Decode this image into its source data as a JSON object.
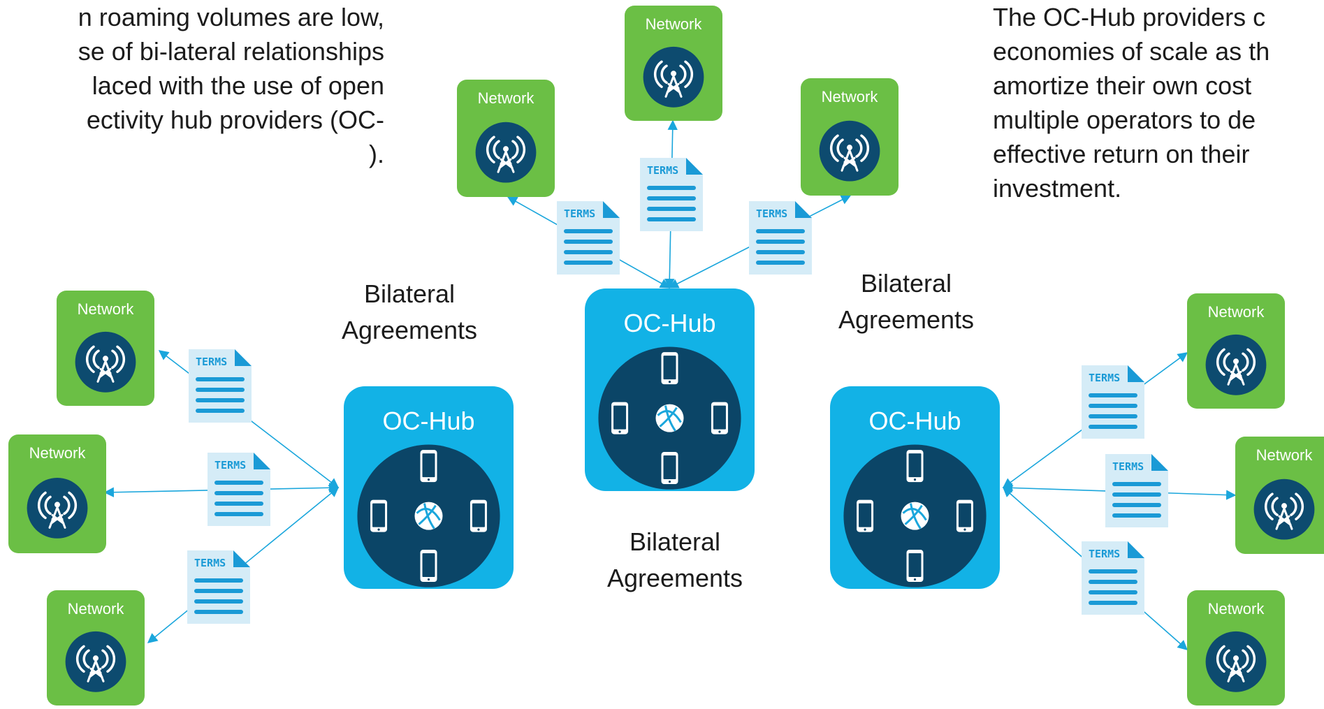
{
  "text_left": [
    "n roaming volumes are low,",
    "se of bi-lateral relationships",
    "laced with the use of open",
    "ectivity hub providers (OC-",
    ")."
  ],
  "text_right": [
    "The OC-Hub providers c",
    "economies of scale as th",
    "amortize their own cost",
    "multiple operators to de",
    "effective return on their",
    "investment."
  ],
  "agreements_label": [
    "Bilateral",
    "Agreements"
  ],
  "hub_label": "OC-Hub",
  "network_label": "Network",
  "terms_label": "TERMS",
  "colors": {
    "network_green": "#6bbf45",
    "network_circle": "#0d4b6f",
    "hub_blue": "#12b2e6",
    "hub_circle": "#0b4567",
    "document": "#d5ecf7",
    "document_lines": "#1a9ad6",
    "arrows": "#1aa6dc"
  },
  "icons": [
    "cell-tower-icon",
    "smartphone-icon",
    "globe-icon",
    "document-icon",
    "arrow-icon"
  ]
}
